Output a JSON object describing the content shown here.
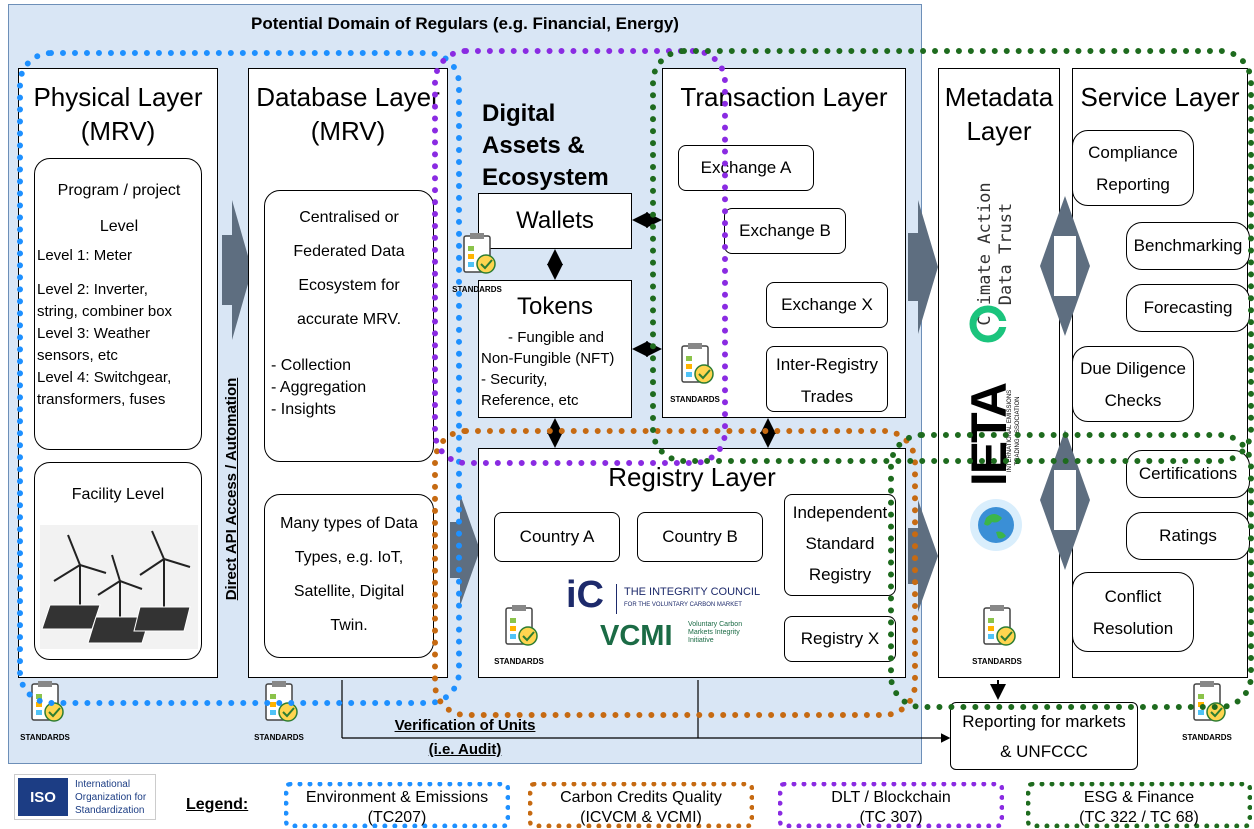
{
  "header": {
    "title": "Potential Domain of Regulars (e.g. Financial, Energy)"
  },
  "api_label": "Direct API Access / Automation",
  "verification": {
    "line1": "Verification of Units",
    "line2": "(i.e. Audit)"
  },
  "standards_label": "STANDARDS",
  "physical": {
    "title1": "Physical Layer",
    "title2": "(MRV)",
    "program_line1": "Program / project",
    "program_line2": "Level",
    "levels": [
      "Level 1: Meter",
      "Level 2: Inverter,",
      "string, combiner box",
      "Level 3: Weather",
      "sensors, etc",
      "Level 4: Switchgear,",
      "transformers, fuses"
    ],
    "facility": "Facility Level"
  },
  "database": {
    "title1": "Database Layer",
    "title2": "(MRV)",
    "central_lines": [
      "Centralised or",
      "Federated Data",
      "Ecosystem for",
      "accurate MRV."
    ],
    "bullets": [
      "- Collection",
      "- Aggregation",
      "- Insights"
    ],
    "types_lines": [
      "Many types of Data",
      "Types, e.g. IoT,",
      "Satellite, Digital",
      "Twin."
    ]
  },
  "digital": {
    "title_lines": [
      "Digital",
      "Assets &",
      "Ecosystem"
    ],
    "wallets": "Wallets",
    "tokens": "Tokens",
    "token_lines": [
      "- Fungible and",
      "Non-Fungible (NFT)",
      "- Security,",
      "Reference, etc"
    ]
  },
  "transaction": {
    "title": "Transaction Layer",
    "exchange_a": "Exchange A",
    "exchange_b": "Exchange B",
    "exchange_x": "Exchange X",
    "inter_registry_line1": "Inter-Registry",
    "inter_registry_line2": "Trades"
  },
  "registry": {
    "title": "Registry Layer",
    "country_a": "Country A",
    "country_b": "Country B",
    "independent_lines": [
      "Independent",
      "Standard",
      "Registry"
    ],
    "registry_x": "Registry X",
    "ic_big": "iC",
    "ic_line1": "THE INTEGRITY COUNCIL",
    "ic_line2": "FOR THE VOLUNTARY CARBON MARKET",
    "vcmi": "VCMI",
    "vcmi_sub": [
      "Voluntary Carbon",
      "Markets Integrity",
      "Initiative"
    ]
  },
  "metadata": {
    "title1": "Metadata",
    "title2": "Layer",
    "cadt_line1": "Climate Action",
    "cadt_line2": "Data Trust",
    "ieta": "IETA",
    "ieta_sub": [
      "INTERNATIONAL EMISSIONS",
      "TRADING ASSOCIATION"
    ]
  },
  "service": {
    "title": "Service Layer",
    "compliance_line1": "Compliance",
    "compliance_line2": "Reporting",
    "benchmarking": "Benchmarking",
    "forecasting": "Forecasting",
    "due_line1": "Due Diligence",
    "due_line2": "Checks",
    "certifications": "Certifications",
    "ratings": "Ratings",
    "conflict_line1": "Conflict",
    "conflict_line2": "Resolution"
  },
  "reporting": {
    "line1": "Reporting for markets",
    "line2": "& UNFCCC"
  },
  "iso": {
    "mark": "ISO",
    "lines": [
      "International",
      "Organization for",
      "Standardization"
    ]
  },
  "legend": {
    "label": "Legend:",
    "items": [
      {
        "line1": "Environment & Emissions",
        "line2": "(TC207)",
        "color": "#1e90ff"
      },
      {
        "line1": "Carbon Credits Quality",
        "line2": "(ICVCM & VCMI)",
        "color": "#c66a12"
      },
      {
        "line1": "DLT / Blockchain",
        "line2": "(TC 307)",
        "color": "#8a2be2"
      },
      {
        "line1": "ESG & Finance",
        "line2": "(TC 322 / TC 68)",
        "color": "#1e6b1e"
      }
    ]
  }
}
